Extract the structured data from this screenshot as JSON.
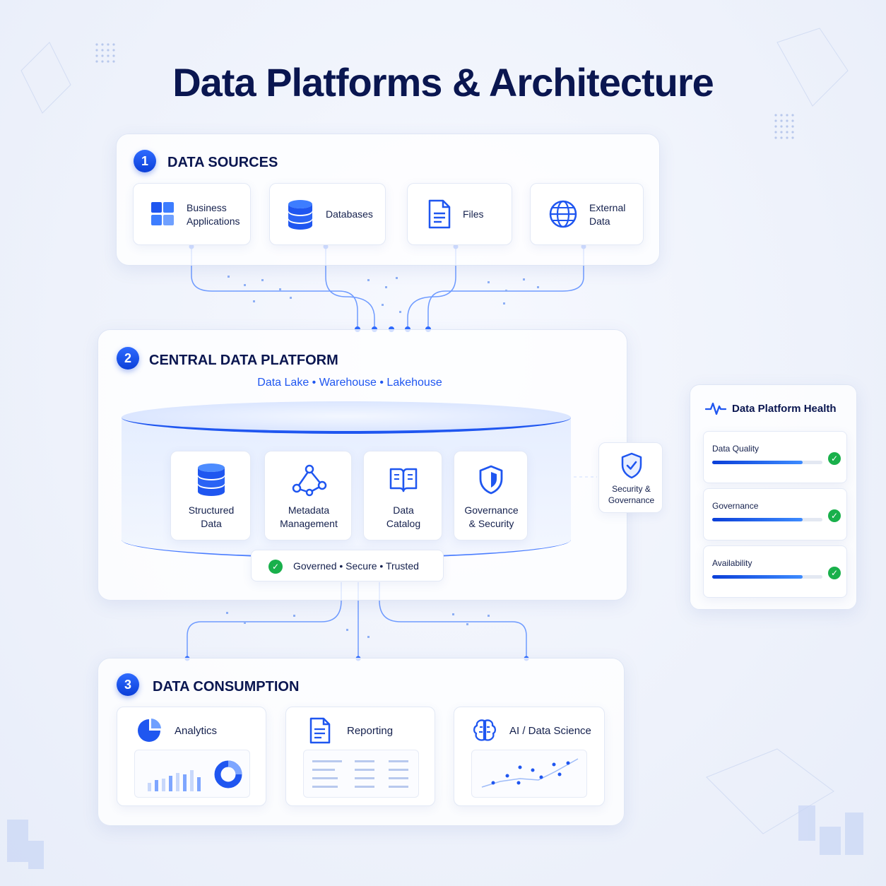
{
  "title": "Data Platforms & Architecture",
  "sources": {
    "badge": "1",
    "title": "DATA SOURCES",
    "items": [
      {
        "icon": "grid-apps-icon",
        "line1": "Business",
        "line2": "Applications"
      },
      {
        "icon": "database-icon",
        "line1": "Databases",
        "line2": ""
      },
      {
        "icon": "file-icon",
        "line1": "Files",
        "line2": ""
      },
      {
        "icon": "globe-icon",
        "line1": "External",
        "line2": "Data"
      }
    ]
  },
  "platform": {
    "badge": "2",
    "title": "CENTRAL DATA PLATFORM",
    "subtitle": "Data Lake • Warehouse • Lakehouse",
    "items": [
      {
        "icon": "database-stack-icon",
        "line1": "Structured",
        "line2": "Data"
      },
      {
        "icon": "network-nodes-icon",
        "line1": "Metadata",
        "line2": "Management"
      },
      {
        "icon": "book-icon",
        "line1": "Data",
        "line2": "Catalog"
      },
      {
        "icon": "shield-icon",
        "line1": "Governance",
        "line2": "& Security"
      }
    ],
    "status": "Governed • Secure • Trusted"
  },
  "security": {
    "icon": "shield-check-icon",
    "line1": "Security &",
    "line2": "Governance"
  },
  "health": {
    "icon": "pulse-icon",
    "title": "Data Platform Health",
    "metrics": [
      {
        "label": "Data Quality",
        "value": 0.82
      },
      {
        "label": "Governance",
        "value": 0.82
      },
      {
        "label": "Availability",
        "value": 0.82
      }
    ]
  },
  "consumption": {
    "badge": "3",
    "title": "DATA CONSUMPTION",
    "items": [
      {
        "icon": "pie-chart-icon",
        "label": "Analytics"
      },
      {
        "icon": "report-icon",
        "label": "Reporting"
      },
      {
        "icon": "brain-icon",
        "label": "AI / Data Science"
      }
    ]
  },
  "colors": {
    "accent": "#1f56f0",
    "success": "#19b04b",
    "text": "#0a1650"
  }
}
